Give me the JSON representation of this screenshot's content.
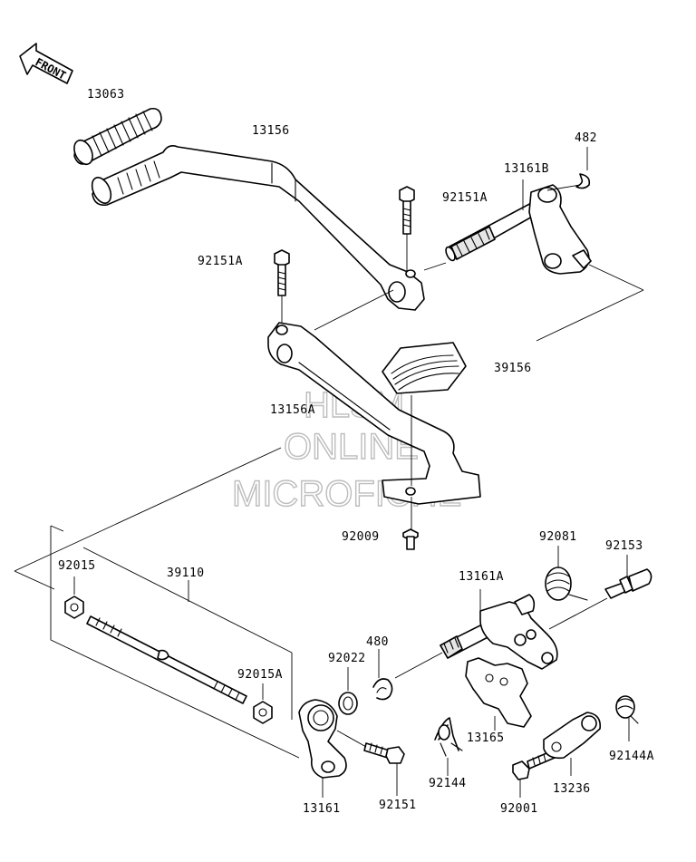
{
  "front_label": "FRONT",
  "watermark": {
    "line1": "HLSM",
    "line2": "ONLINE",
    "line3": "MICROFICHE"
  },
  "labels": {
    "p13063": "13063",
    "p13156": "13156",
    "p482": "482",
    "p13161B": "13161B",
    "p92151A_top": "92151A",
    "p92151A_left": "92151A",
    "p39156": "39156",
    "p13156A": "13156A",
    "p92009": "92009",
    "p92081": "92081",
    "p92153": "92153",
    "p92015": "92015",
    "p39110": "39110",
    "p13161A": "13161A",
    "p480": "480",
    "p92022": "92022",
    "p92015A": "92015A",
    "p13165": "13165",
    "p92144": "92144",
    "p92144A": "92144A",
    "p13161": "13161",
    "p92151": "92151",
    "p92001": "92001",
    "p13236": "13236"
  }
}
